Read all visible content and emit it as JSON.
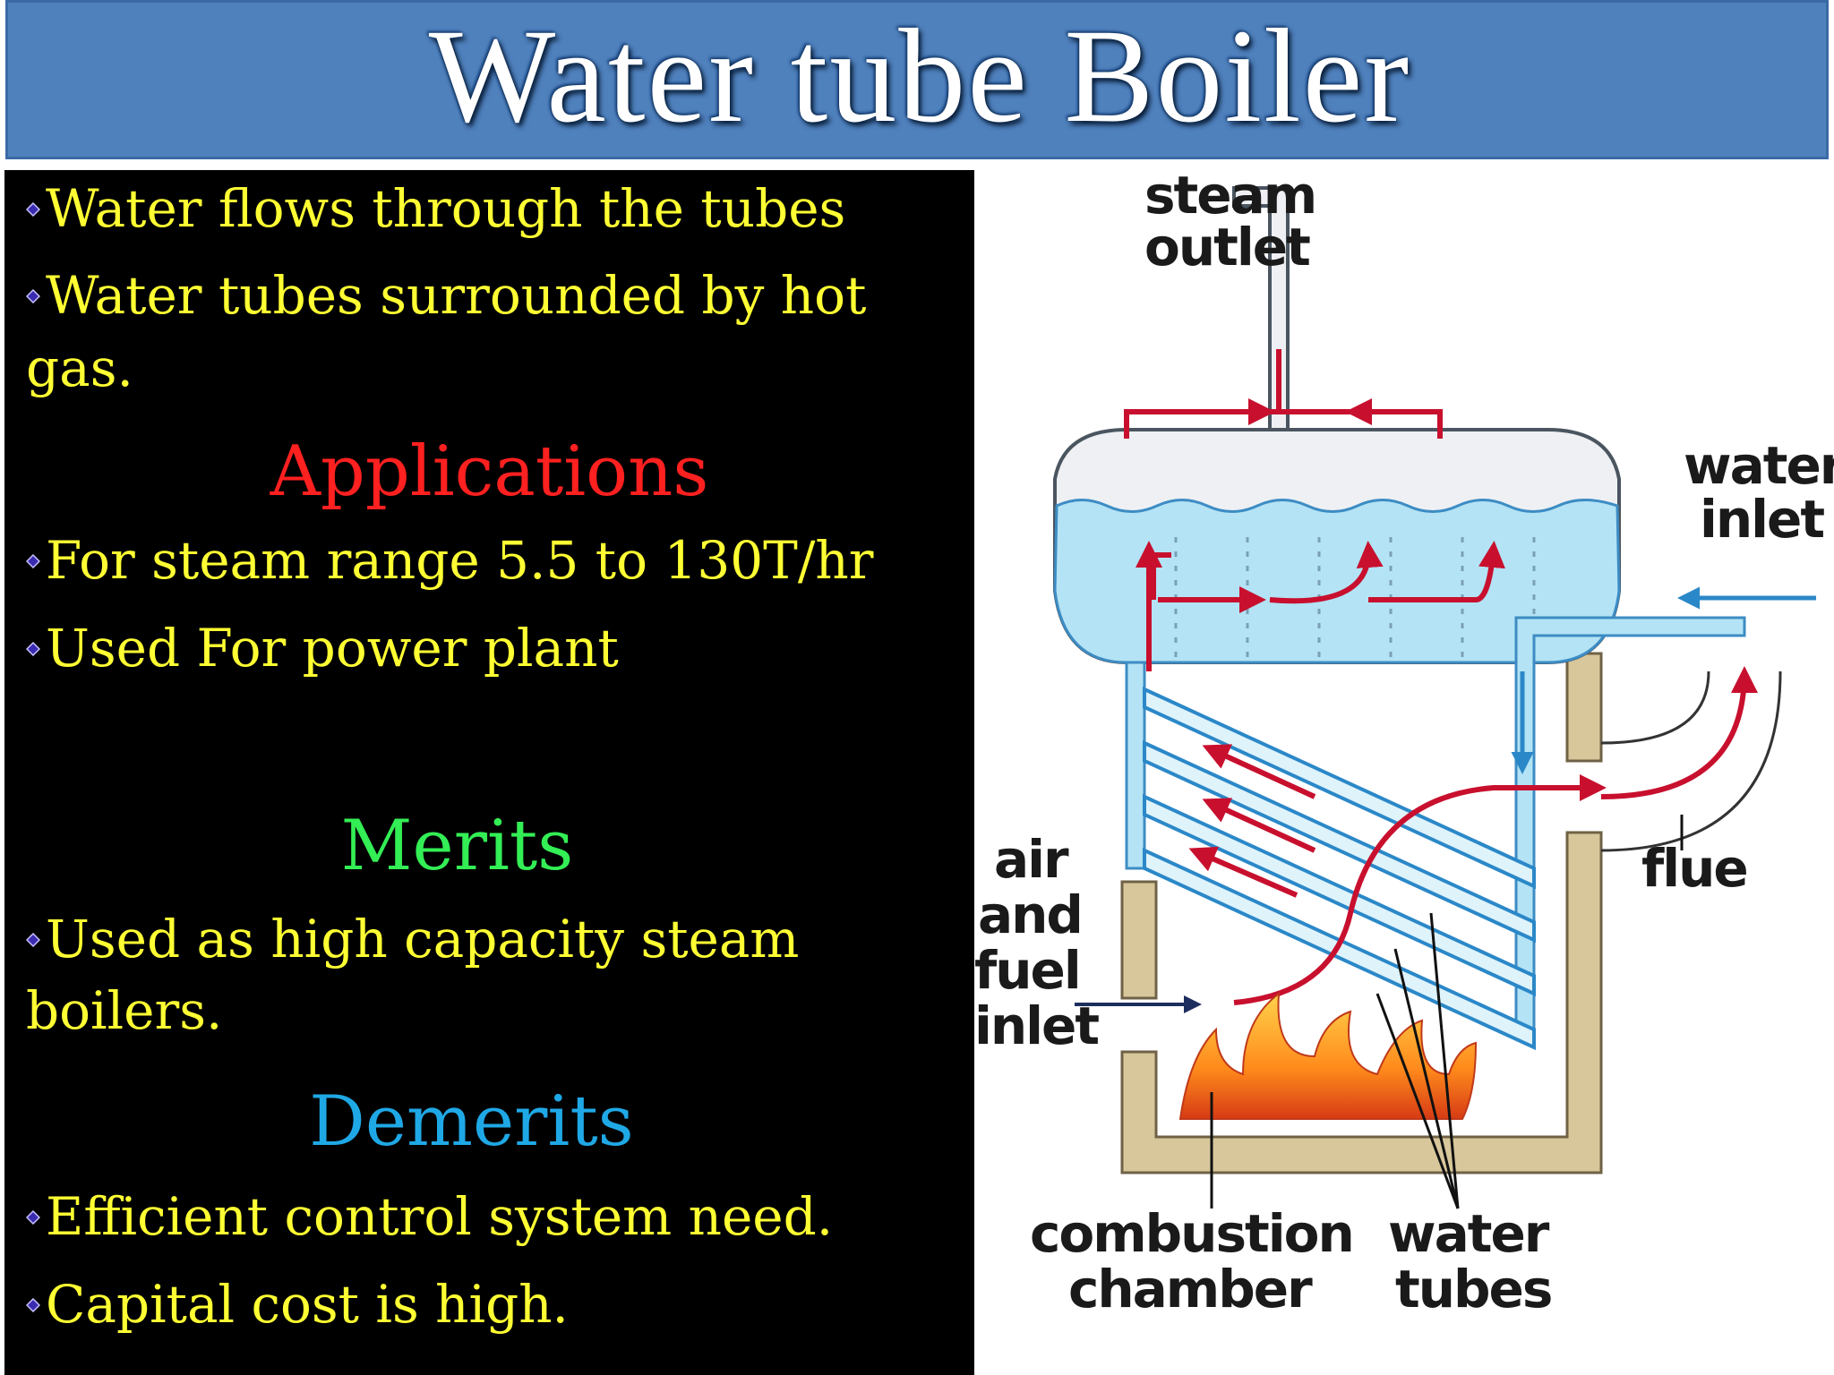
{
  "title": "Water tube Boiler",
  "points": [
    "Water flows through the tubes",
    "Water tubes surrounded by hot",
    "gas."
  ],
  "applications": {
    "heading": "Applications",
    "items": [
      "For steam range 5.5 to 130T/hr",
      "Used For  power plant"
    ]
  },
  "merits": {
    "heading": "Merits",
    "items": [
      "Used as  high capacity steam",
      "boilers."
    ]
  },
  "demerits": {
    "heading": "Demerits",
    "items": [
      "Efficient control system need.",
      "Capital cost is high."
    ]
  },
  "diagram": {
    "steam_outlet": [
      "steam",
      "outlet"
    ],
    "water_inlet": [
      "water",
      "inlet"
    ],
    "flue": "flue",
    "air_fuel_inlet": [
      "air",
      "and",
      "fuel",
      "inlet"
    ],
    "combustion_chamber": [
      "combustion",
      "chamber"
    ],
    "water_tubes": [
      "water",
      "tubes"
    ]
  },
  "colors": {
    "title_bar": "#4f81bd",
    "bullet_text": "#ffff33",
    "applications": "#ff2020",
    "merits": "#33ee55",
    "demerits": "#1fa8e6",
    "water": "#b3e3f5",
    "flow_arrows": "#c8102e"
  }
}
